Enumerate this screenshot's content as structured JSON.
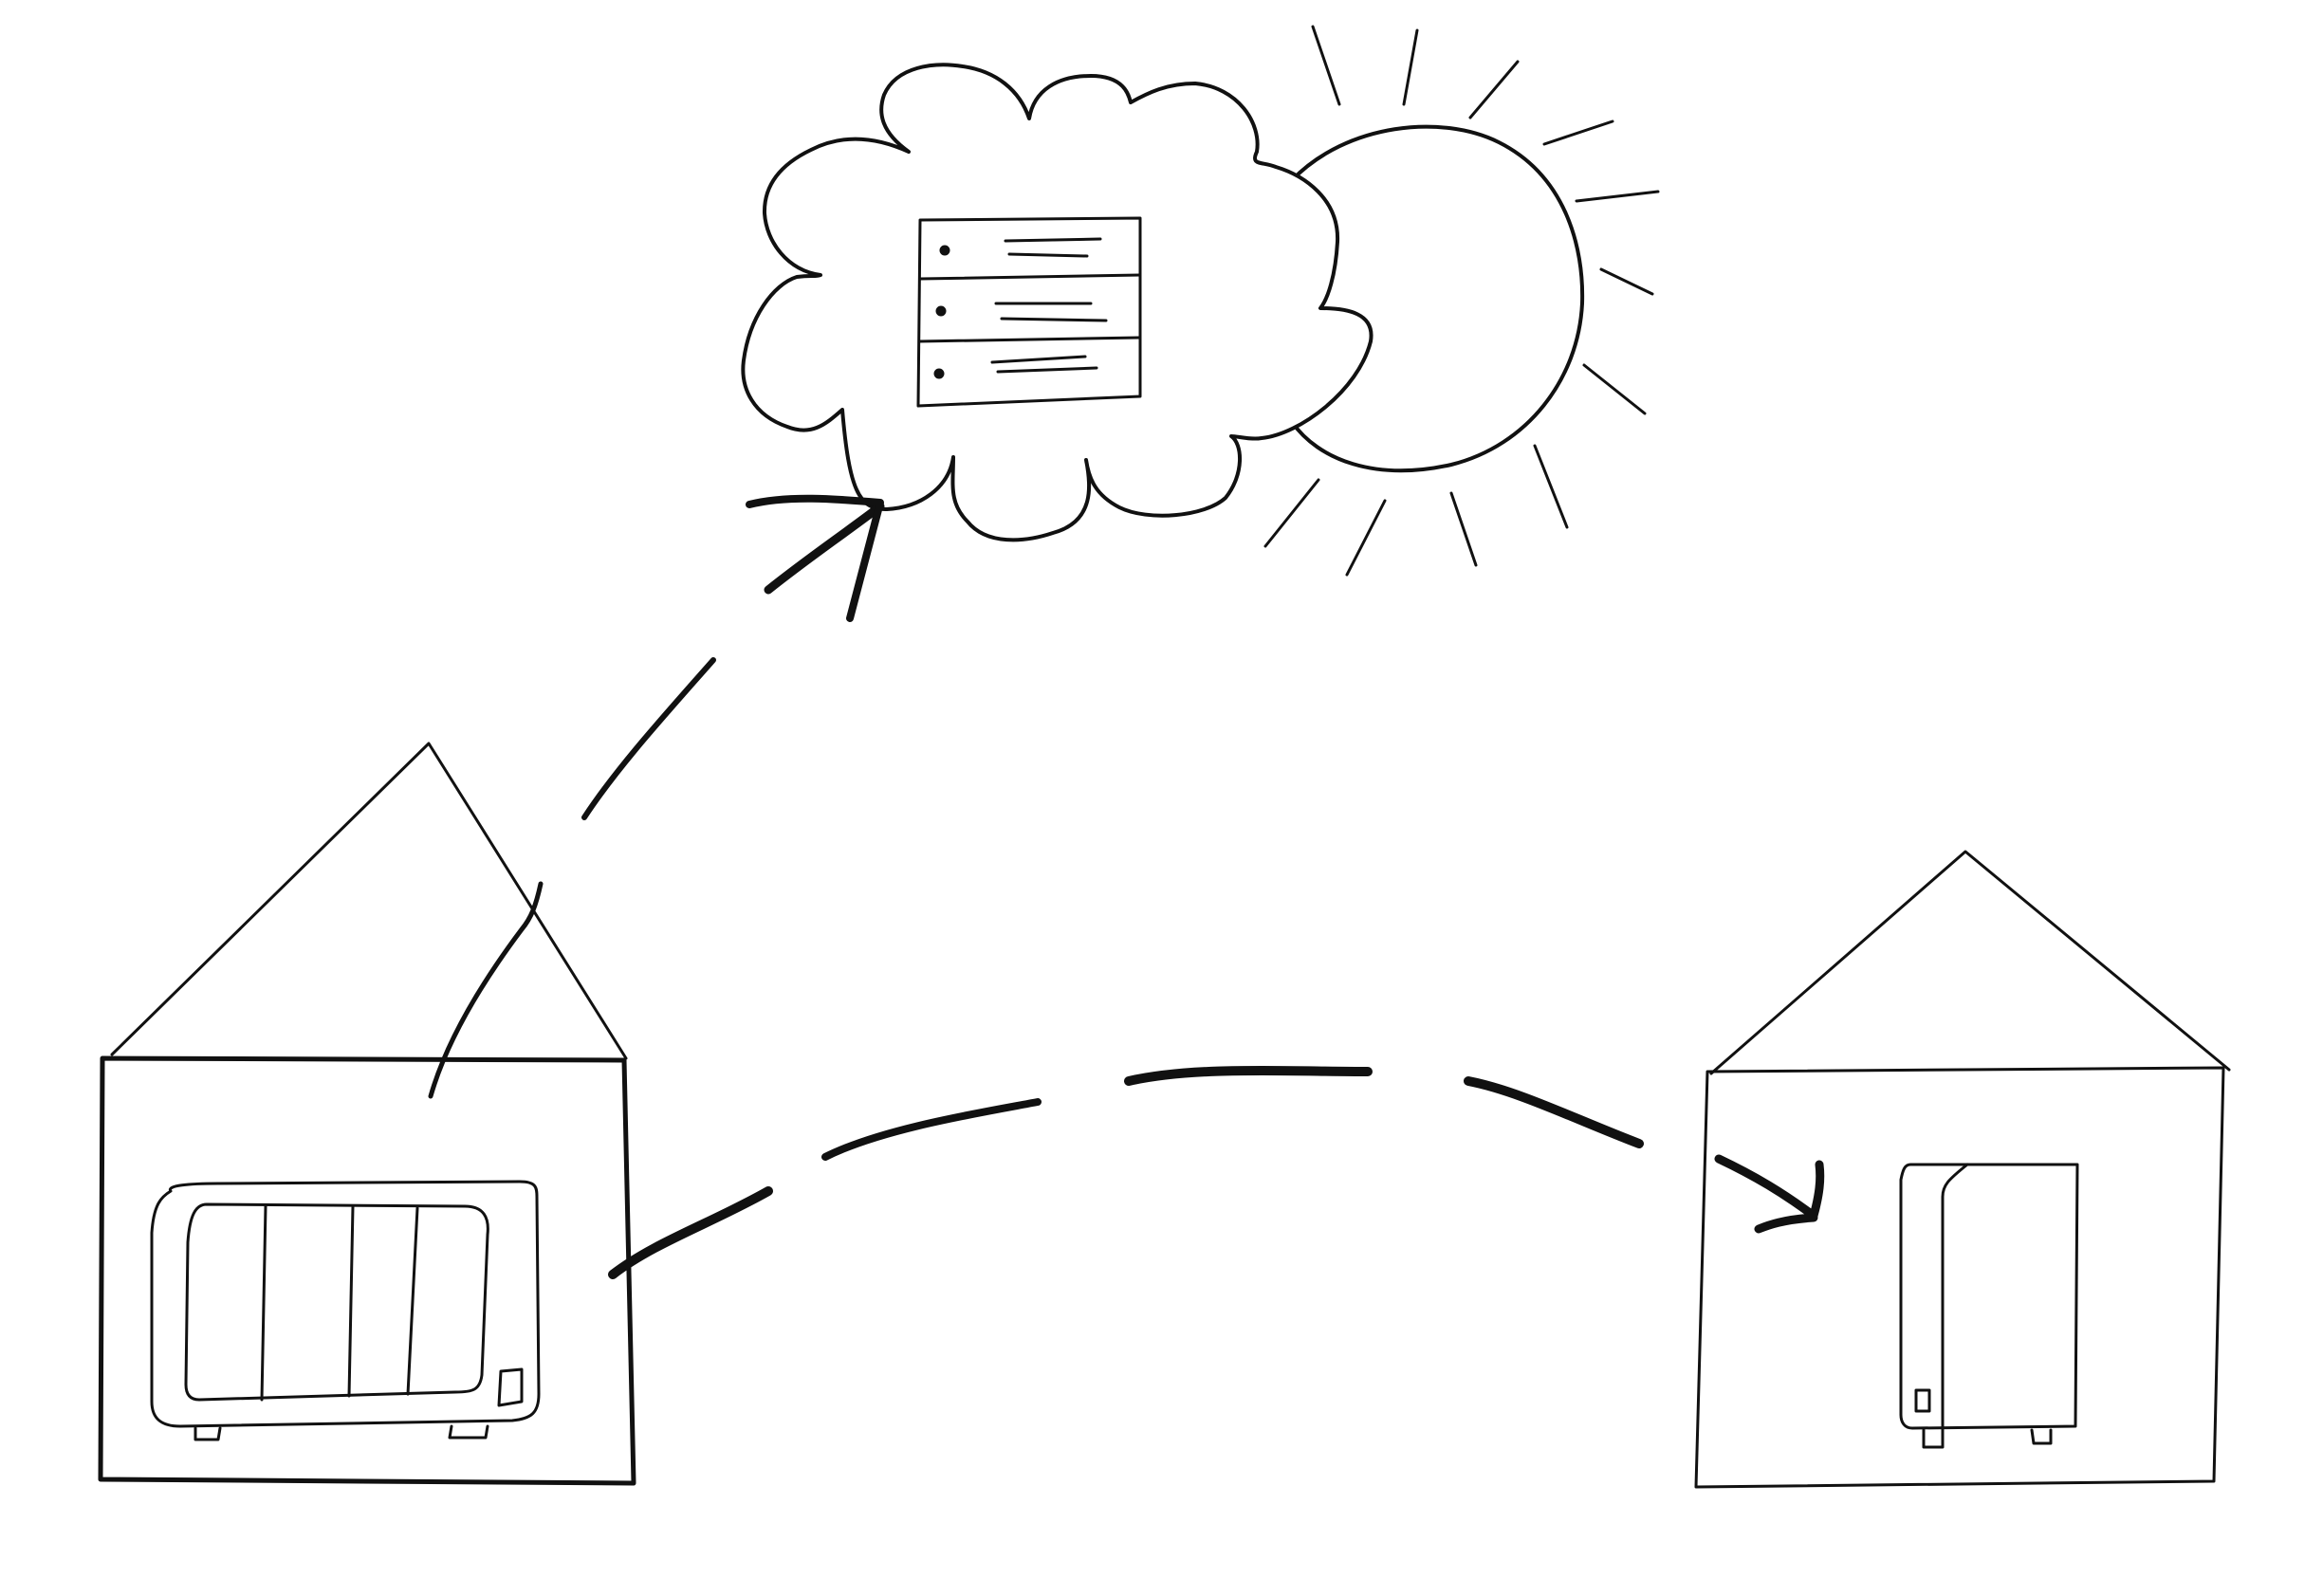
{
  "colors": {
    "background": "#ffffff",
    "ink": "#111111"
  },
  "scene": {
    "description_free": true,
    "elements": [
      {
        "name": "cloud-server",
        "icon": "cloud-icon"
      },
      {
        "name": "sun",
        "icon": "sun-icon"
      },
      {
        "name": "house-left",
        "icon": "house-icon"
      },
      {
        "name": "house-right",
        "icon": "house-icon"
      },
      {
        "name": "nas-multi-bay",
        "icon": "nas-4-bay-icon"
      },
      {
        "name": "nas-single-bay",
        "icon": "nas-1-bay-icon"
      }
    ],
    "connections": [
      {
        "from": "house-left",
        "to": "cloud-server",
        "style": "dashed-arrow"
      },
      {
        "from": "house-left",
        "to": "house-right",
        "style": "dashed-arrow"
      }
    ]
  }
}
